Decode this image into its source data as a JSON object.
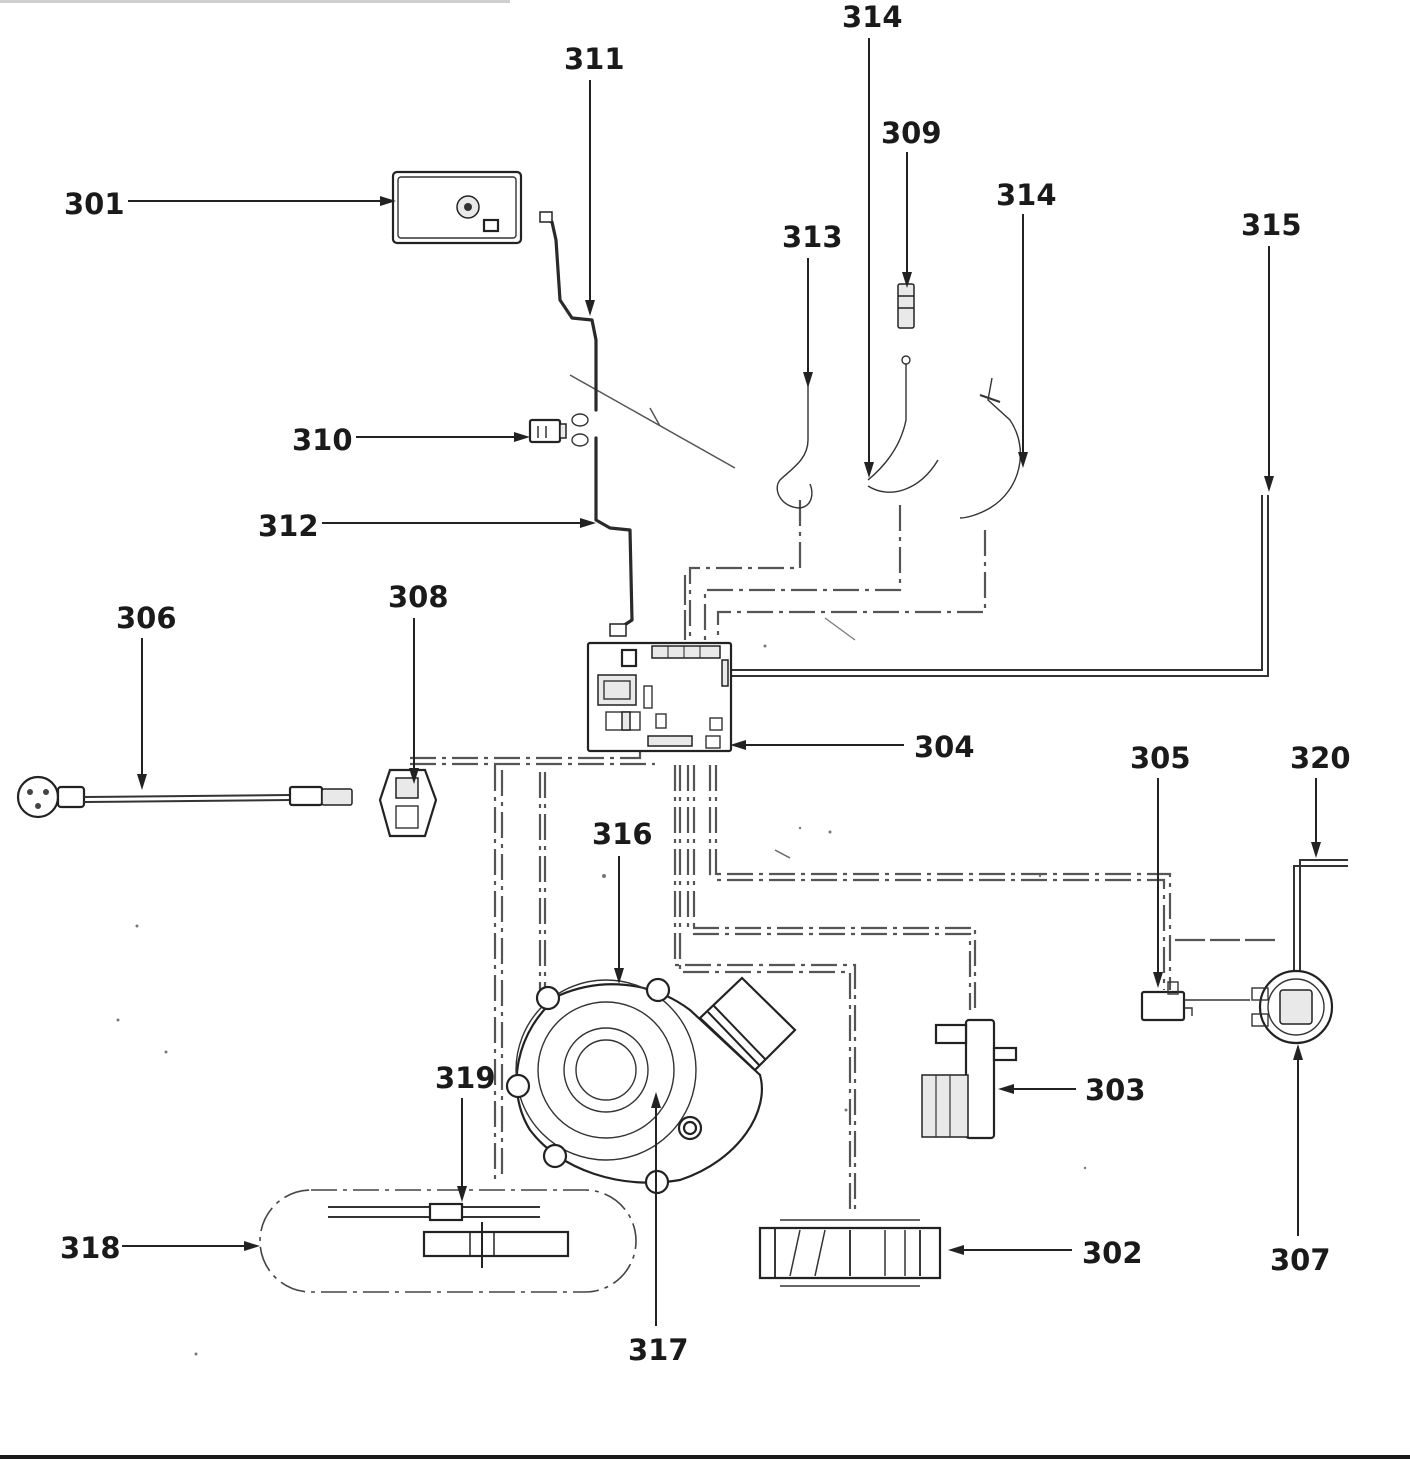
{
  "callouts": {
    "p301": "301",
    "p302": "302",
    "p303": "303",
    "p304": "304",
    "p305": "305",
    "p306": "306",
    "p307": "307",
    "p308": "308",
    "p309": "309",
    "p310": "310",
    "p311": "311",
    "p312": "312",
    "p313": "313",
    "p314a": "314",
    "p314b": "314",
    "p315": "315",
    "p316": "316",
    "p317": "317",
    "p318": "318",
    "p319": "319",
    "p320": "320"
  }
}
